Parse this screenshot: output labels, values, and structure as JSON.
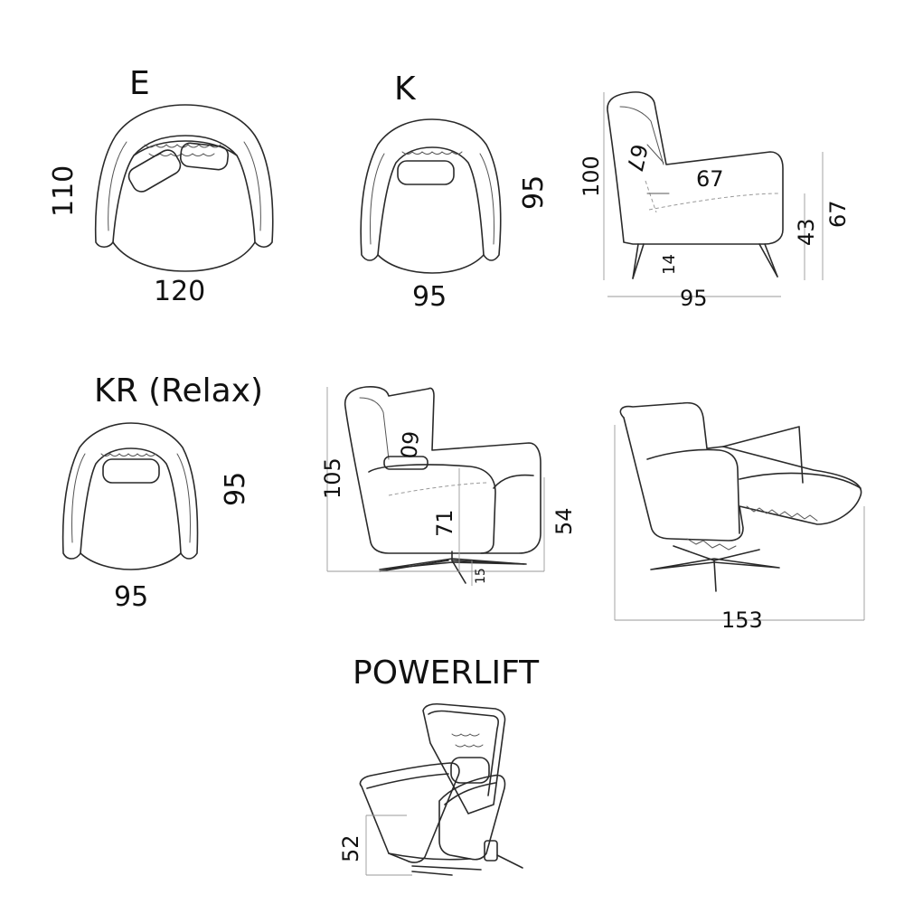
{
  "models": {
    "e": {
      "label": "E",
      "depth": "110",
      "width": "120"
    },
    "k": {
      "label": "K",
      "depth": "95",
      "width": "95"
    },
    "kr": {
      "label": "KR (Relax)",
      "depth": "95",
      "width": "95"
    },
    "powerlift": {
      "label": "POWERLIFT",
      "lift_height": "52"
    }
  },
  "side_view_k": {
    "height": "100",
    "backrest": "67",
    "seat_depth": "67",
    "seat_height": "43",
    "arm_height": "67",
    "leg_height": "14",
    "depth": "95"
  },
  "side_view_kr": {
    "height": "105",
    "backrest": "60",
    "arm_height": "71",
    "seat_height": "54",
    "base_height": "15"
  },
  "reclined_view_kr": {
    "length": "153"
  }
}
